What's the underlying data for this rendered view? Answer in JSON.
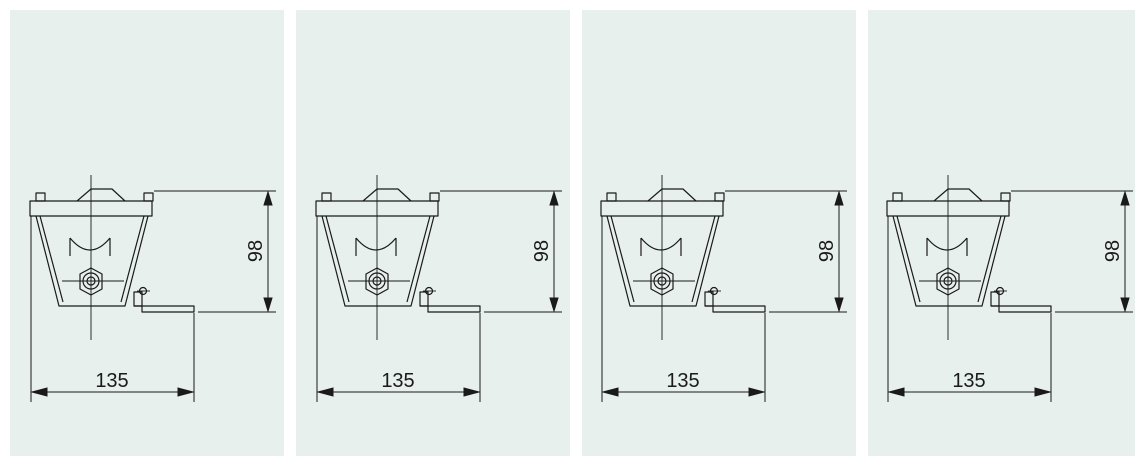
{
  "colors": {
    "panel_bg": "#e7f0ec",
    "line": "#1a1a1a",
    "page_bg": "#ffffff"
  },
  "drawings": [
    {
      "width_label": "135",
      "height_label": "98"
    },
    {
      "width_label": "135",
      "height_label": "98"
    },
    {
      "width_label": "135",
      "height_label": "98"
    },
    {
      "width_label": "135",
      "height_label": "98"
    }
  ]
}
